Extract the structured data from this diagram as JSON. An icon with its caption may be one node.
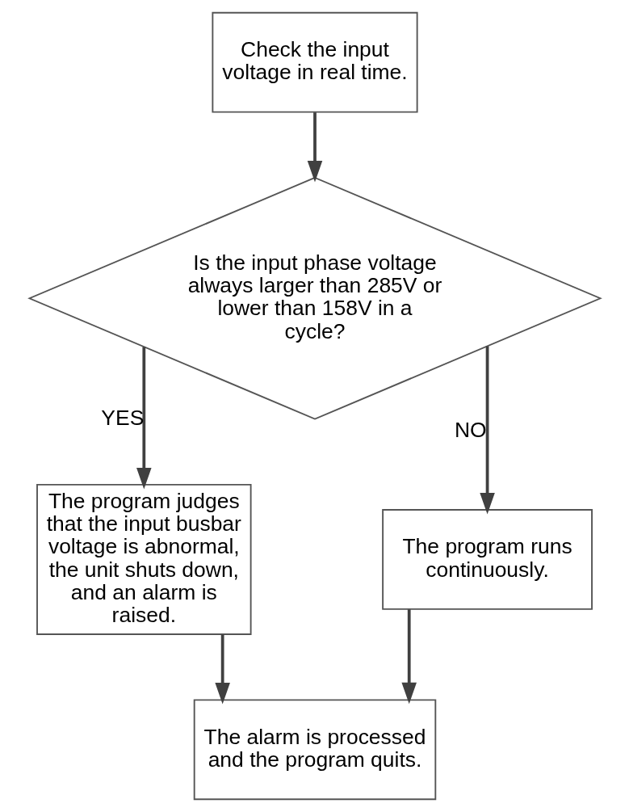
{
  "diagram": {
    "nodes": [
      {
        "text": [
          "Check the input voltage in real time."
        ]
      },
      {
        "text": [
          "Is the input phase voltage always larger than 285V or lower than 158V in a cycle?"
        ]
      },
      {
        "text": [
          "The program judges that the input busbar voltage is abnormal, the unit shuts down, and an alarm is raised."
        ]
      },
      {
        "text": [
          "The program runs continuously."
        ]
      },
      {
        "text": [
          "The alarm is processed and the program quits."
        ]
      }
    ],
    "edges": [
      {
        "from": 0,
        "to": 1,
        "arrow": "to"
      },
      {
        "from": 1,
        "to": 2,
        "arrow": "to",
        "label": "YES"
      },
      {
        "from": 1,
        "to": 3,
        "arrow": "to",
        "label": "NO"
      },
      {
        "from": 2,
        "to": 4,
        "arrow": "to"
      },
      {
        "from": 3,
        "to": 4,
        "arrow": "to"
      }
    ]
  }
}
